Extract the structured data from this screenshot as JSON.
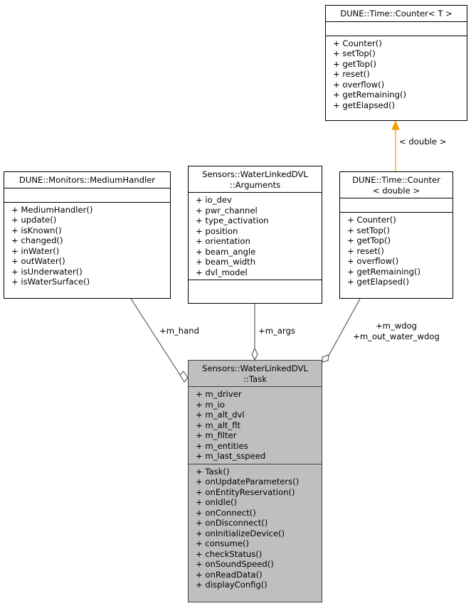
{
  "diagram_type": "uml-collaboration",
  "colors": {
    "focus_fill": "#bfbfbf",
    "inheritance_edge": "#f4a000",
    "edge": "#404040",
    "border": "#000000"
  },
  "classes": {
    "counter_template": {
      "title": "DUNE::Time::Counter< T >",
      "attributes": [],
      "methods": [
        "+ Counter()",
        "+ setTop()",
        "+ getTop()",
        "+ reset()",
        "+ overflow()",
        "+ getRemaining()",
        "+ getElapsed()"
      ]
    },
    "medium_handler": {
      "title": "DUNE::Monitors::MediumHandler",
      "attributes": [],
      "methods": [
        "+ MediumHandler()",
        "+ update()",
        "+ isKnown()",
        "+ changed()",
        "+ inWater()",
        "+ outWater()",
        "+ isUnderwater()",
        "+ isWaterSurface()"
      ]
    },
    "arguments": {
      "title_line1": "Sensors::WaterLinkedDVL",
      "title_line2": "::Arguments",
      "attributes": [
        "+ io_dev",
        "+ pwr_channel",
        "+ type_activation",
        "+ position",
        "+ orientation",
        "+ beam_angle",
        "+ beam_width",
        "+ dvl_model"
      ],
      "methods": []
    },
    "counter_double": {
      "title_line1": "DUNE::Time::Counter",
      "title_line2": "< double >",
      "attributes": [],
      "methods": [
        "+ Counter()",
        "+ setTop()",
        "+ getTop()",
        "+ reset()",
        "+ overflow()",
        "+ getRemaining()",
        "+ getElapsed()"
      ]
    },
    "task": {
      "title_line1": "Sensors::WaterLinkedDVL",
      "title_line2": "::Task",
      "attributes": [
        "+ m_driver",
        "+ m_io",
        "+ m_alt_dvl",
        "+ m_alt_flt",
        "+ m_filter",
        "+ m_entities",
        "+ m_last_sspeed"
      ],
      "methods": [
        "+ Task()",
        "+ onUpdateParameters()",
        "+ onEntityReservation()",
        "+ onIdle()",
        "+ onConnect()",
        "+ onDisconnect()",
        "+ onInitializeDevice()",
        "+ consume()",
        "+ checkStatus()",
        "+ onSoundSpeed()",
        "+ onReadData()",
        "+ displayConfig()"
      ]
    }
  },
  "edges": [
    {
      "from": "counter_double",
      "to": "counter_template",
      "kind": "template-instantiation",
      "label": "< double >"
    },
    {
      "from": "medium_handler",
      "to": "task",
      "kind": "composition",
      "label": "+m_hand"
    },
    {
      "from": "arguments",
      "to": "task",
      "kind": "composition",
      "label": "+m_args"
    },
    {
      "from": "counter_double",
      "to": "task",
      "kind": "composition",
      "label_line1": "+m_wdog",
      "label_line2": "+m_out_water_wdog"
    }
  ]
}
